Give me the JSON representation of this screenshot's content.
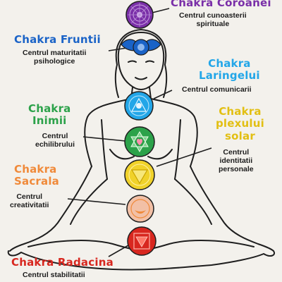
{
  "colors": {
    "crown": "#7a2fa8",
    "third_eye": "#1a63c7",
    "throat": "#22a6e8",
    "heart": "#2ca24a",
    "solar": "#f0d22a",
    "sacral": "#f08a3a",
    "root": "#d8271f",
    "outline": "#1e1e1e",
    "skin": "#f5f4ef"
  },
  "icons": {
    "crown": "lotus-chakra-icon",
    "third_eye": "winged-chakra-icon",
    "throat": "throat-chakra-icon",
    "heart": "hexagram-chakra-icon",
    "solar": "triangle-chakra-icon",
    "sacral": "crescent-chakra-icon",
    "root": "square-triangle-chakra-icon"
  },
  "chakras": {
    "crown": {
      "title": "Chakra Coroanei",
      "desc_1": "Centrul cunoasterii",
      "desc_2": "spirituale"
    },
    "third_eye": {
      "title": "Chakra Fruntii",
      "desc_1": "Centrul maturitatii",
      "desc_2": "psihologice"
    },
    "throat": {
      "title_1": "Chakra",
      "title_2": "Laringelui",
      "desc_1": "Centrul comunicarii"
    },
    "heart": {
      "title_1": "Chakra",
      "title_2": "Inimii",
      "desc_1": "Centrul",
      "desc_2": "echilibrului"
    },
    "solar": {
      "title_1": "Chakra",
      "title_2": "plexului",
      "title_3": "solar",
      "desc_1": "Centrul",
      "desc_2": "identitatii",
      "desc_3": "personale"
    },
    "sacral": {
      "title_1": "Chakra",
      "title_2": "Sacrala",
      "desc_1": "Centrul",
      "desc_2": "creativitatii"
    },
    "root": {
      "title": "Chakra Radacina",
      "desc_1": "Centrul stabilitatii"
    }
  }
}
